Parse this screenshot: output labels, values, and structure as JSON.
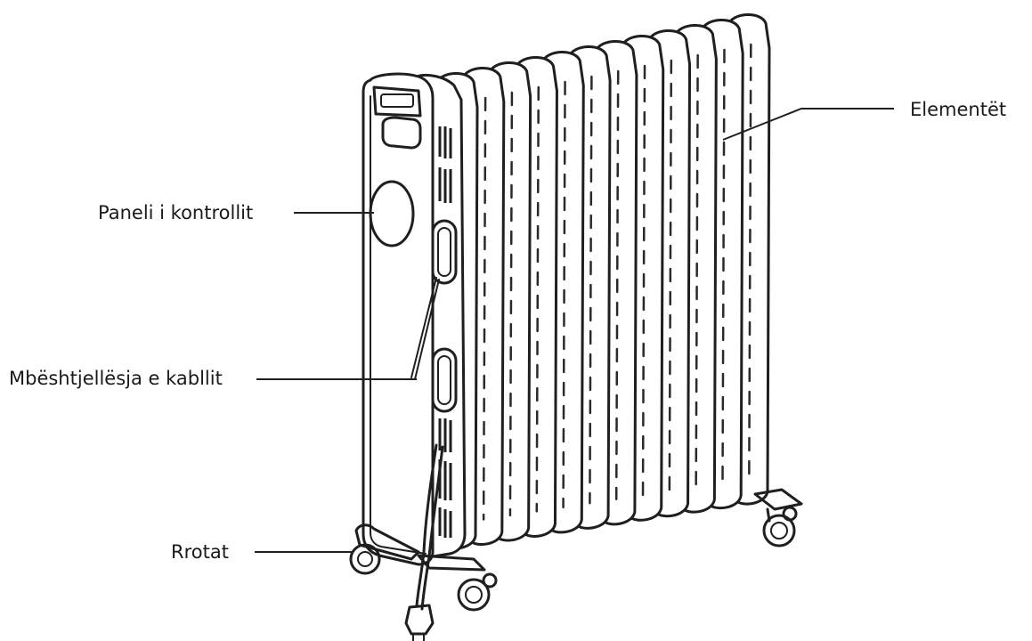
{
  "labels": {
    "elements": "Elementët",
    "control_panel": "Paneli i kontrollit",
    "cable_wrap": "Mbështjellësja e kabllit",
    "wheels": "Rrotat"
  },
  "diagram": {
    "fin_count": 12,
    "line_color": "#1f1f1f",
    "background": "#ffffff"
  }
}
